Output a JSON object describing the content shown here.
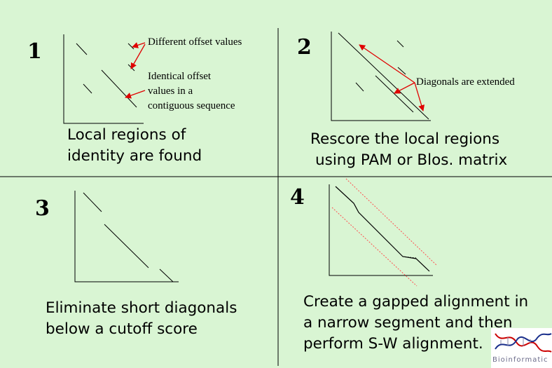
{
  "panels": [
    {
      "number": "1",
      "annotations": [
        "Different offset values",
        "Identical offset",
        "values in a",
        "contiguous sequence"
      ],
      "caption": [
        "Local regions of",
        "identity are found"
      ]
    },
    {
      "number": "2",
      "annotations": [
        "Diagonals are extended"
      ],
      "caption": [
        "Rescore the local regions",
        "using PAM or Blos. matrix"
      ]
    },
    {
      "number": "3",
      "annotations": [],
      "caption": [
        "Eliminate short diagonals",
        "below a cutoff score"
      ]
    },
    {
      "number": "4",
      "annotations": [],
      "caption": [
        "Create a gapped alignment in",
        "a narrow segment and then",
        "perform S-W alignment."
      ]
    }
  ],
  "logo": {
    "text": "Bioinformatic"
  },
  "colors": {
    "background": "#d9f5d3",
    "arrow": "#e00000",
    "band": "#ff5050",
    "line": "#000000"
  }
}
